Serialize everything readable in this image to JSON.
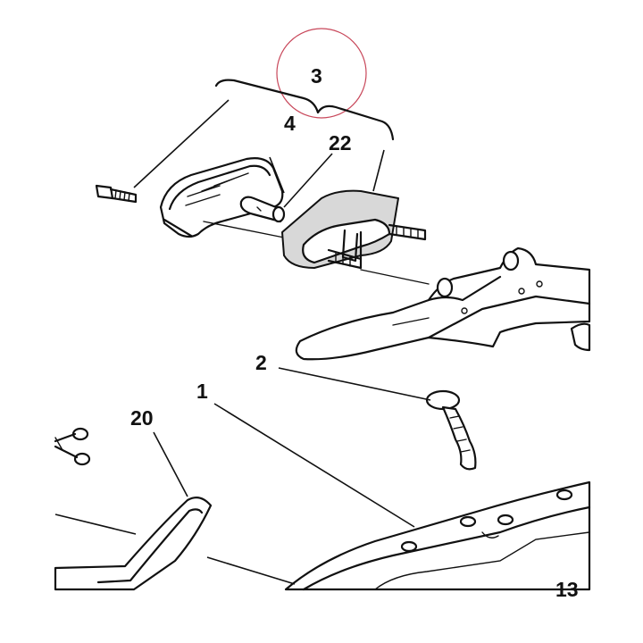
{
  "labels": {
    "label_3": "3",
    "label_4": "4",
    "label_22": "22",
    "label_2": "2",
    "label_1": "1",
    "label_20": "20",
    "label_13": "13"
  },
  "colors": {
    "line": "#111111",
    "background": "#ffffff",
    "annotation_circle": "#c8475a"
  }
}
